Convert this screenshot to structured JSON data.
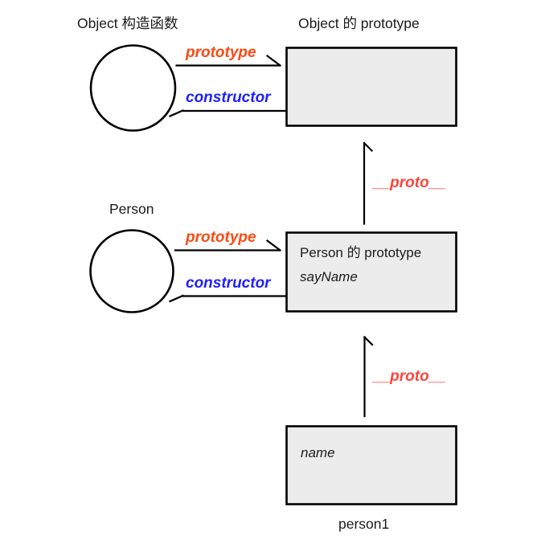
{
  "labels": {
    "object_constructor": "Object 构造函数",
    "object_prototype": "Object 的 prototype",
    "person": "Person",
    "person1": "person1"
  },
  "boxes": {
    "object_prototype": {
      "contents": ""
    },
    "person_prototype": {
      "title": "Person 的 prototype",
      "member": "sayName"
    },
    "person1": {
      "member": "name"
    }
  },
  "arrows": {
    "prototype": "prototype",
    "constructor": "constructor",
    "proto": "__proto__"
  },
  "colors": {
    "prototype": "#fa4b12",
    "constructor": "#2020ff",
    "proto": "#fb463a",
    "box_fill": "#ececec",
    "line": "#000000",
    "text": "#1a1a1a"
  }
}
